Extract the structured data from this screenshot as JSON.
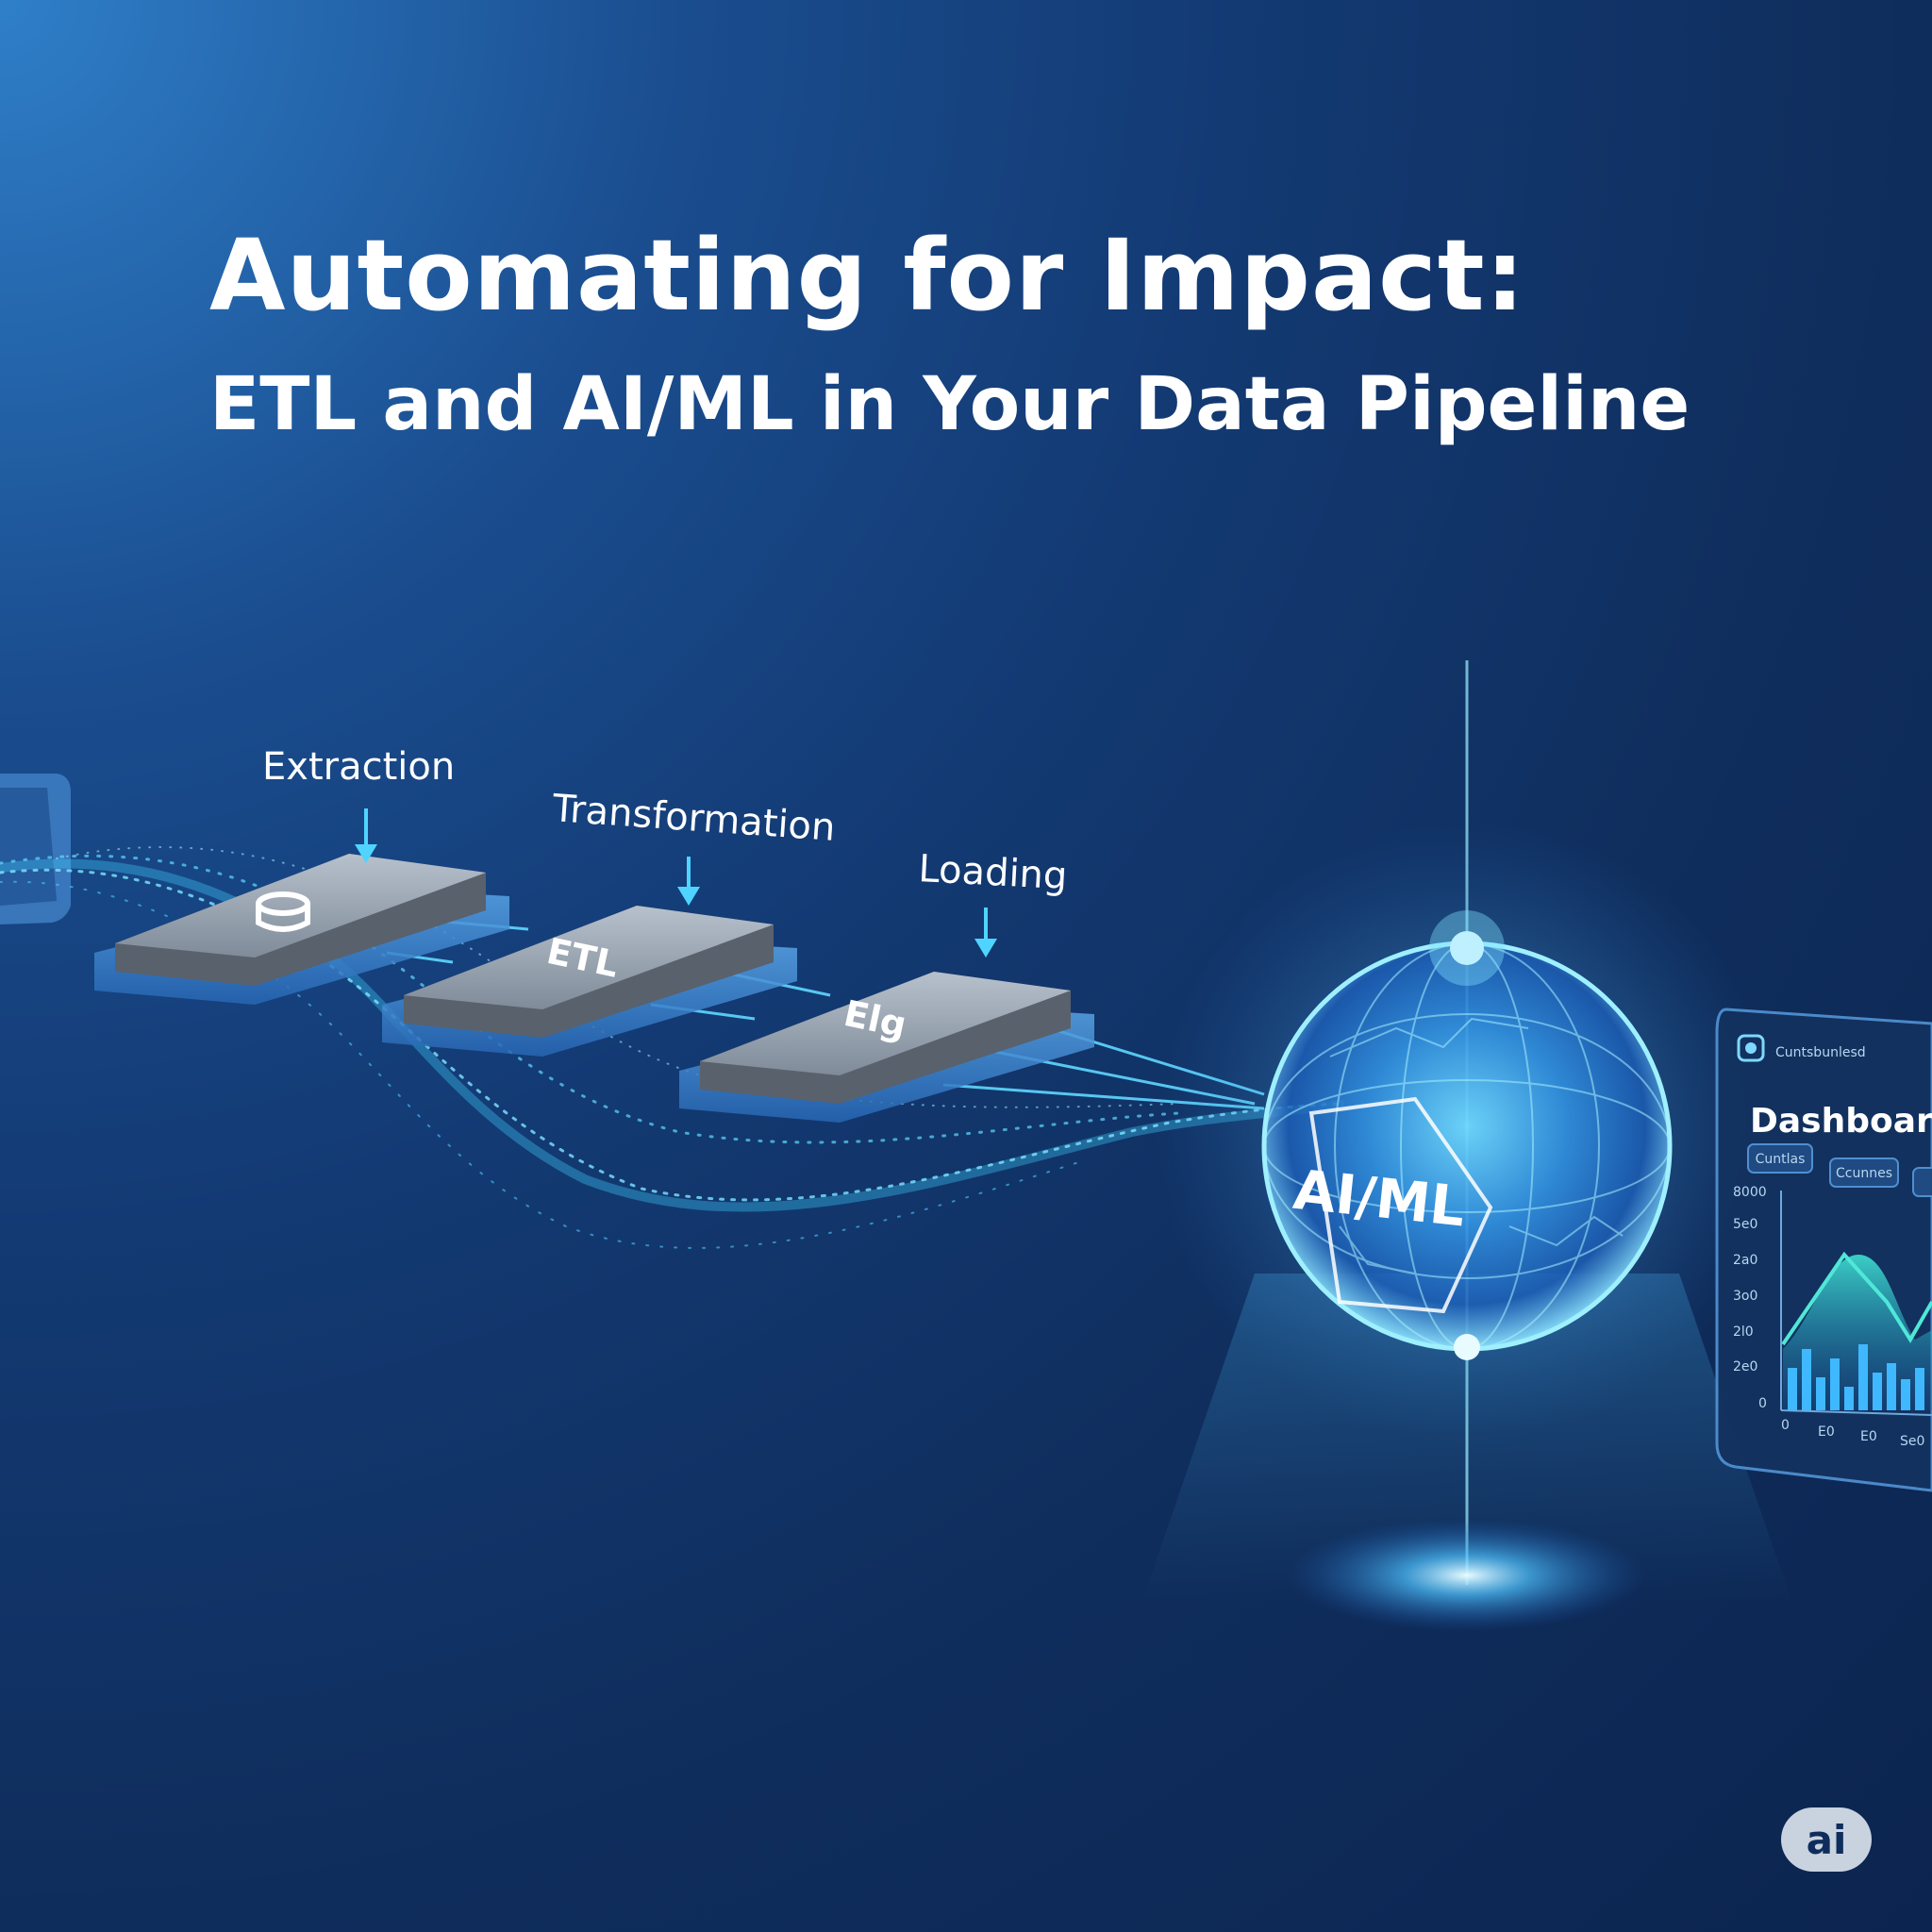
{
  "title": {
    "line1": "Automating for Impact:",
    "line2": "ETL and AI/ML in Your Data Pipeline"
  },
  "pipeline": {
    "stages": [
      {
        "label": "Extraction",
        "chip_text": ""
      },
      {
        "label": "Transformation",
        "chip_text": "ETL"
      },
      {
        "label": "Loading",
        "chip_text": "Elg"
      }
    ],
    "ai_sphere_label": "AI/ML"
  },
  "dashboard": {
    "header": "Cuntsbunlesd",
    "title": "Dashboard",
    "buttons": [
      "Cuntlas",
      "Ccunnes"
    ],
    "y_ticks": [
      "8000",
      "5e0",
      "2a0",
      "3o0",
      "2l0",
      "2e0",
      "0"
    ],
    "x_ticks": [
      "0",
      "E0",
      "E0",
      "Se0"
    ]
  },
  "badge": "ai",
  "colors": {
    "accent": "#3fd0ff",
    "glow": "#5fc8ff",
    "chip": "#9aa6b4",
    "background": "#0f2d5c"
  }
}
